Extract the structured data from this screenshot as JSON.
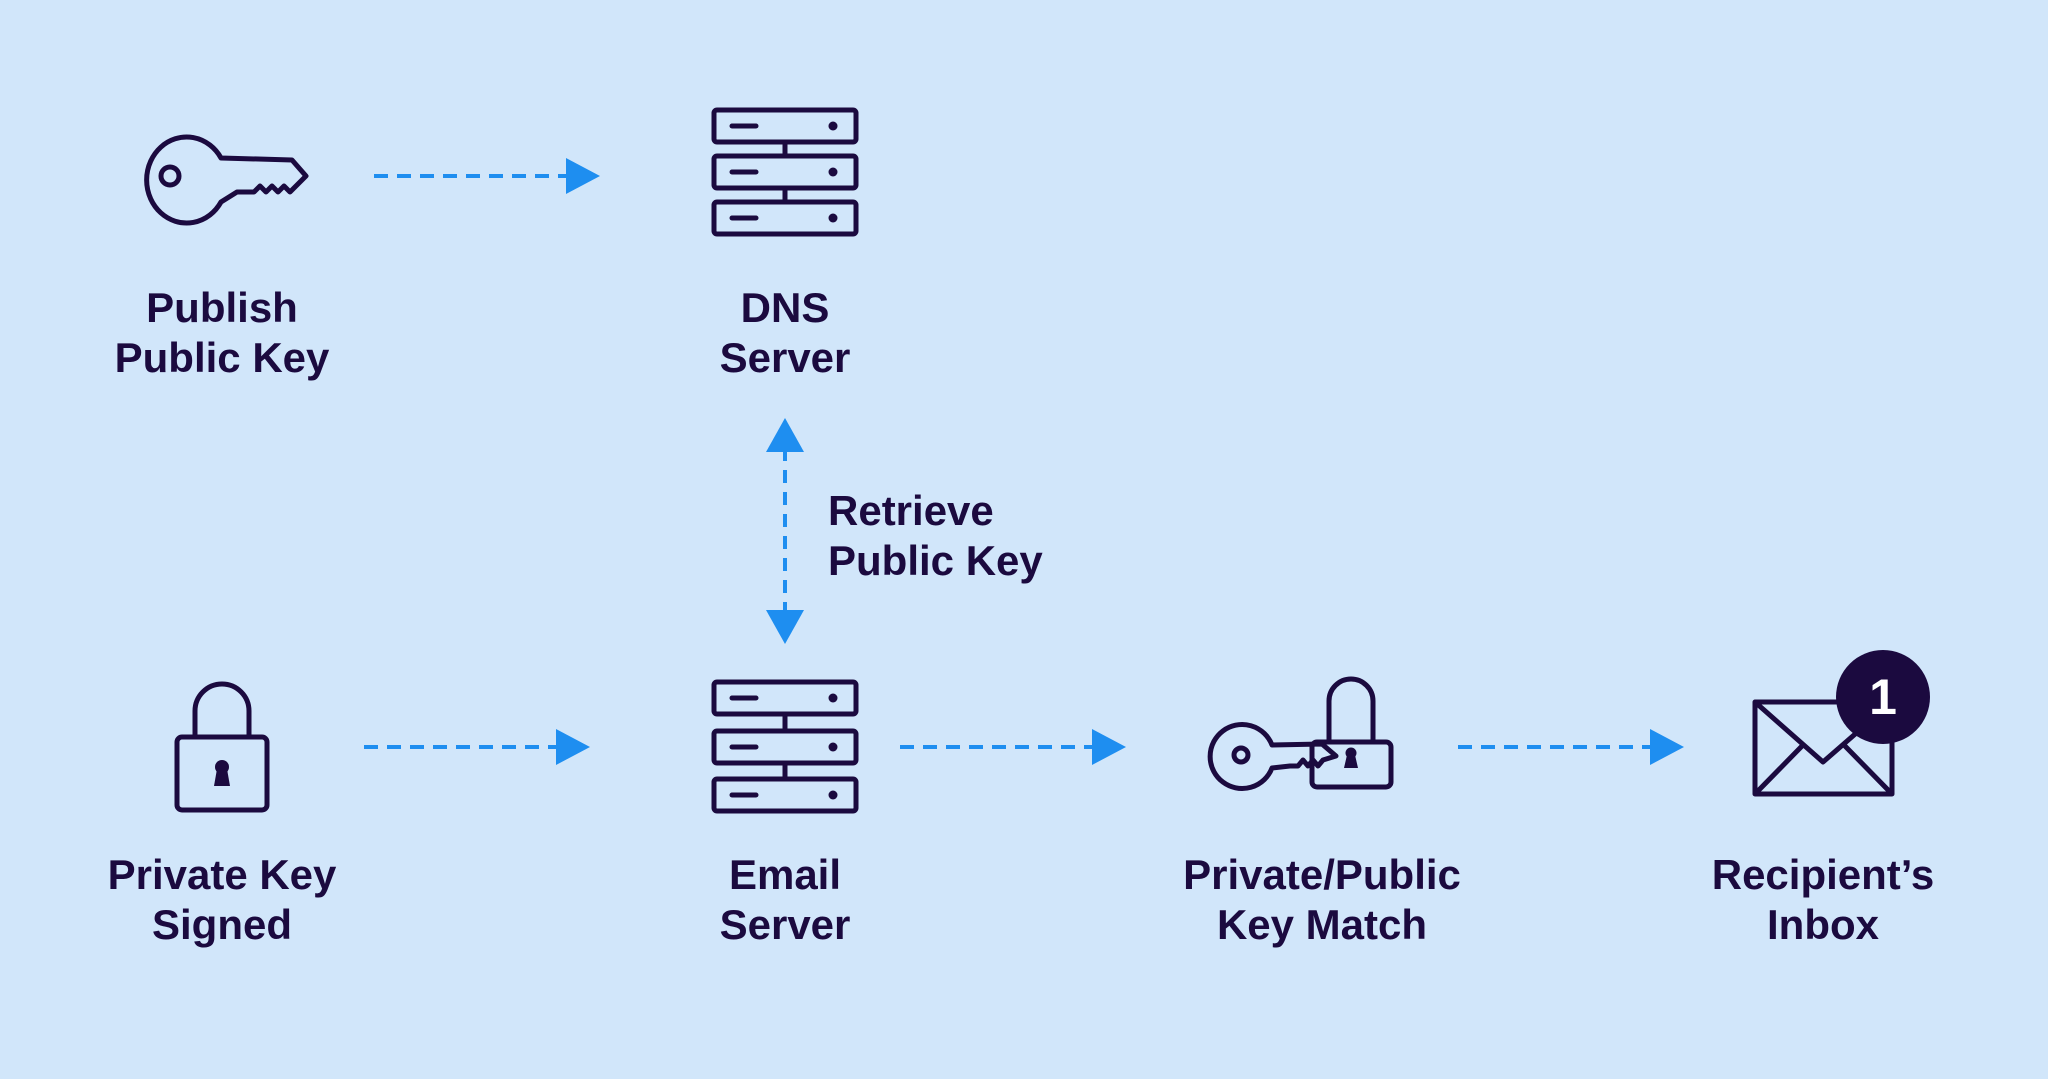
{
  "colors": {
    "background": "#D1E6FA",
    "ink": "#1B0A3F",
    "arrow": "#1E8EF0",
    "badge_text": "#FFFFFF"
  },
  "nodes": {
    "publish_key": {
      "icon": "key-icon",
      "line1": "Publish",
      "line2": "Public Key"
    },
    "dns_server": {
      "icon": "server-icon",
      "line1": "DNS",
      "line2": "Server"
    },
    "private_key_signed": {
      "icon": "padlock-icon",
      "line1": "Private Key",
      "line2": "Signed"
    },
    "email_server": {
      "icon": "server-icon",
      "line1": "Email",
      "line2": "Server"
    },
    "key_match": {
      "icon": "key-lock-icon",
      "line1": "Private/Public",
      "line2": "Key Match"
    },
    "inbox": {
      "icon": "envelope-icon",
      "line1": "Recipient’s",
      "line2": "Inbox",
      "badge": "1"
    }
  },
  "edges": {
    "retrieve": {
      "line1": "Retrieve",
      "line2": "Public Key"
    }
  }
}
